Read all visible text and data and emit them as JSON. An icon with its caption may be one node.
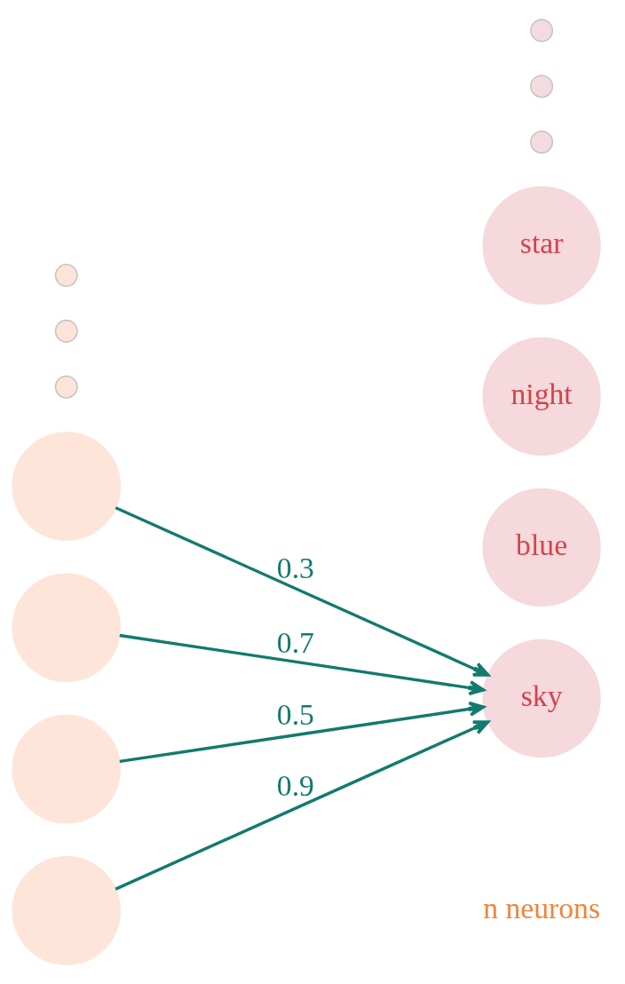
{
  "diagram": {
    "nodes": [
      {
        "text": [],
        "shape": "circle"
      },
      {
        "text": [],
        "shape": "circle"
      },
      {
        "text": [],
        "shape": "circle"
      },
      {
        "text": [],
        "shape": "circle"
      },
      {
        "text": [],
        "shape": "circle"
      },
      {
        "text": [],
        "shape": "circle"
      },
      {
        "text": [],
        "shape": "circle"
      },
      {
        "text": [
          "sky"
        ]
      },
      {
        "text": [
          "blue"
        ]
      },
      {
        "text": [
          "night"
        ]
      },
      {
        "text": [
          "star"
        ]
      },
      {
        "text": [],
        "shape": "circle"
      },
      {
        "text": [],
        "shape": "circle"
      },
      {
        "text": [],
        "shape": "circle"
      }
    ],
    "edges": [
      {
        "from": 0,
        "to": 7,
        "arrow": "to",
        "label": "0.3"
      },
      {
        "from": 1,
        "to": 7,
        "arrow": "to",
        "label": "0.7"
      },
      {
        "from": 2,
        "to": 7,
        "arrow": "to",
        "label": "0.5"
      },
      {
        "from": 6,
        "to": 7,
        "arrow": "to",
        "label": "0.9"
      }
    ],
    "labels": [
      "n neurons"
    ]
  }
}
